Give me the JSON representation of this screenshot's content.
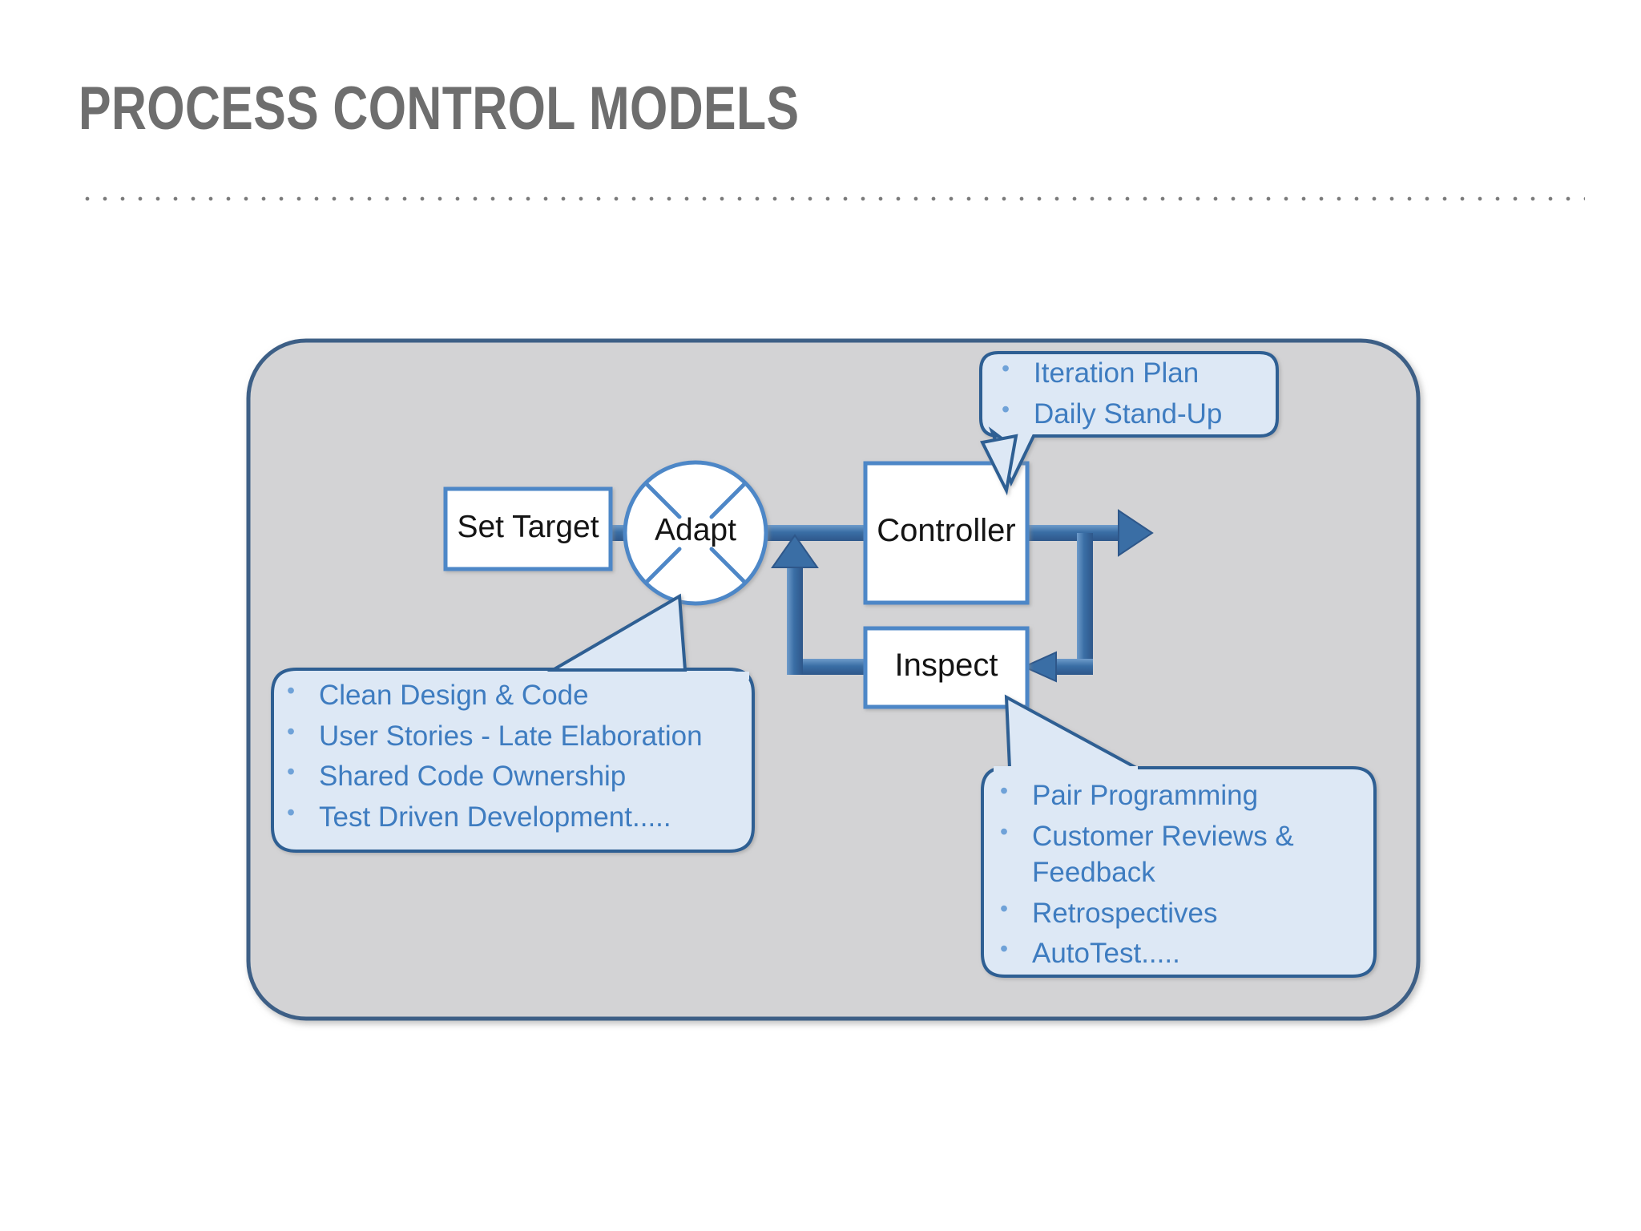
{
  "slide": {
    "title": "PROCESS CONTROL MODELS",
    "title_color": "#6e6e6e",
    "divider_color": "#7b7b7b",
    "background": "#ffffff"
  },
  "diagram": {
    "container": {
      "name": "process-control-loop-container",
      "fill": "#d3d3d5",
      "stroke": "#3c5f86"
    },
    "nodes": {
      "set_target": "Set Target",
      "adapt": "Adapt",
      "controller": "Controller",
      "inspect": "Inspect"
    },
    "node_style": {
      "fill": "#ffffff",
      "stroke": "#4e87c7",
      "text_color": "#141414"
    },
    "connector_color": "#3a6ea5",
    "callouts": [
      {
        "id": "callout-top-right",
        "target": "controller",
        "items": [
          "Iteration Plan",
          "Daily Stand-Up"
        ]
      },
      {
        "id": "callout-left",
        "target": "adapt",
        "items": [
          "Clean Design & Code",
          "User Stories - Late Elaboration",
          "Shared Code Ownership",
          "Test Driven Development....."
        ]
      },
      {
        "id": "callout-bottom-right",
        "target": "inspect",
        "items": [
          "Pair Programming",
          "Customer Reviews &\nFeedback",
          "Retrospectives",
          "AutoTest....."
        ]
      }
    ],
    "callout_style": {
      "fill": "#dde8f5",
      "stroke": "#2f5f93",
      "text_color": "#3e7cc0",
      "bullet_color": "#6fa2d8"
    }
  }
}
